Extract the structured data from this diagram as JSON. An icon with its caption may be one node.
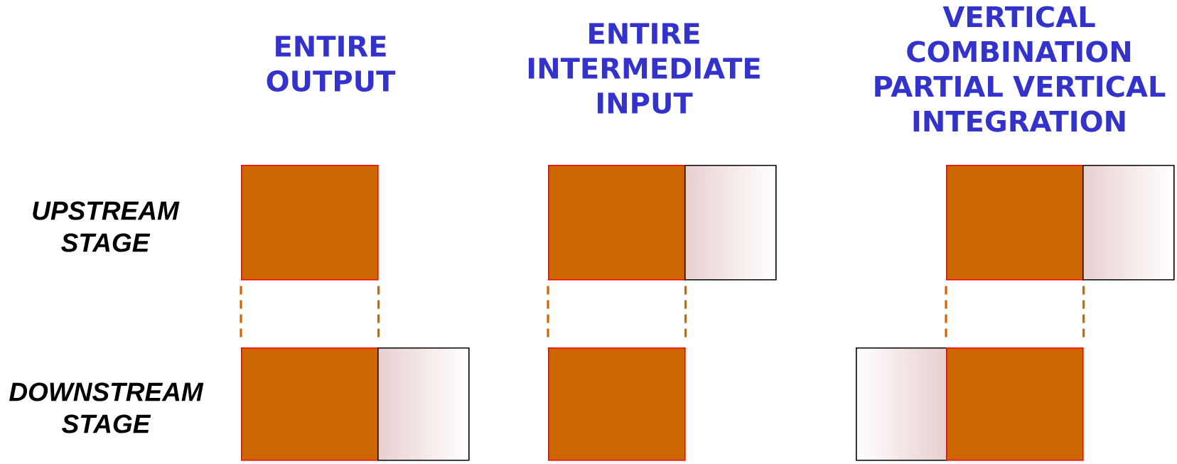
{
  "diagram": {
    "nodes": [
      {
        "text": [],
        "shape": "box"
      },
      {
        "text": [],
        "shape": "box"
      },
      {
        "text": [],
        "shape": "box"
      },
      {
        "text": [],
        "shape": "box"
      },
      {
        "text": [],
        "shape": "box"
      },
      {
        "text": [],
        "shape": "box"
      },
      {
        "text": [],
        "shape": "box"
      },
      {
        "text": [],
        "shape": "box"
      },
      {
        "text": [],
        "shape": "box"
      },
      {
        "text": [],
        "shape": "box"
      }
    ],
    "edges": [
      {
        "from": 0,
        "to": 1,
        "arrow": "none",
        "style": "dashed"
      },
      {
        "from": 0,
        "to": 1,
        "arrow": "none",
        "style": "dashed"
      },
      {
        "from": 3,
        "to": 5,
        "arrow": "none",
        "style": "dashed"
      },
      {
        "from": 3,
        "to": 5,
        "arrow": "none",
        "style": "dashed"
      },
      {
        "from": 6,
        "to": 9,
        "arrow": "none",
        "style": "dashed"
      },
      {
        "from": 6,
        "to": 9,
        "arrow": "none",
        "style": "dashed"
      }
    ],
    "labels": [
      "ENTIRE OUTPUT",
      "ENTIRE INTERMEDIATE INPUT",
      "VERTICAL COMBINATION PARTIAL VERTICAL INTEGRATION",
      "UPSTREAM STAGE",
      "DOWNSTREAM STAGE"
    ]
  }
}
